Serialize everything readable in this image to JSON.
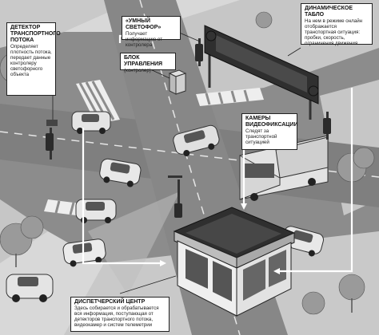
{
  "callouts": {
    "detector": {
      "title": "ДЕТЕКТОР ТРАНСПОРТНОГО ПОТОКА",
      "body": "Определяет плотность потока, передает данные контролеру светофорного объекта"
    },
    "smart_light": {
      "title": "«УМНЫЙ СВЕТОФОР»",
      "body": "Получает информацию от контролера"
    },
    "control_block": {
      "title": "БЛОК УПРАВЛЕНИЯ",
      "body": "(контролер)"
    },
    "dynamic_board": {
      "title": "ДИНАМИЧЕСКОЕ ТАБЛО",
      "body": "На нем в режиме онлайн отображается транспортная ситуация: пробки, скорость, ограничения движения"
    },
    "cameras": {
      "title": "КАМЕРЫ ВИДЕОФИКСАЦИИ",
      "body": "Следят за транспортной ситуацией"
    },
    "dispatch": {
      "title": "ДИСПЕТЧЕРСКИЙ ЦЕНТР",
      "body": "Здесь собирается и обрабатывается вся информация, поступающая от детекторов транспортного потока, видеокамер и систем телеметрии"
    }
  },
  "colors": {
    "background": "#d9d9d9",
    "road": "#8e8e8e",
    "block": "#c4c4c4",
    "dark": "#2b2b2b"
  }
}
